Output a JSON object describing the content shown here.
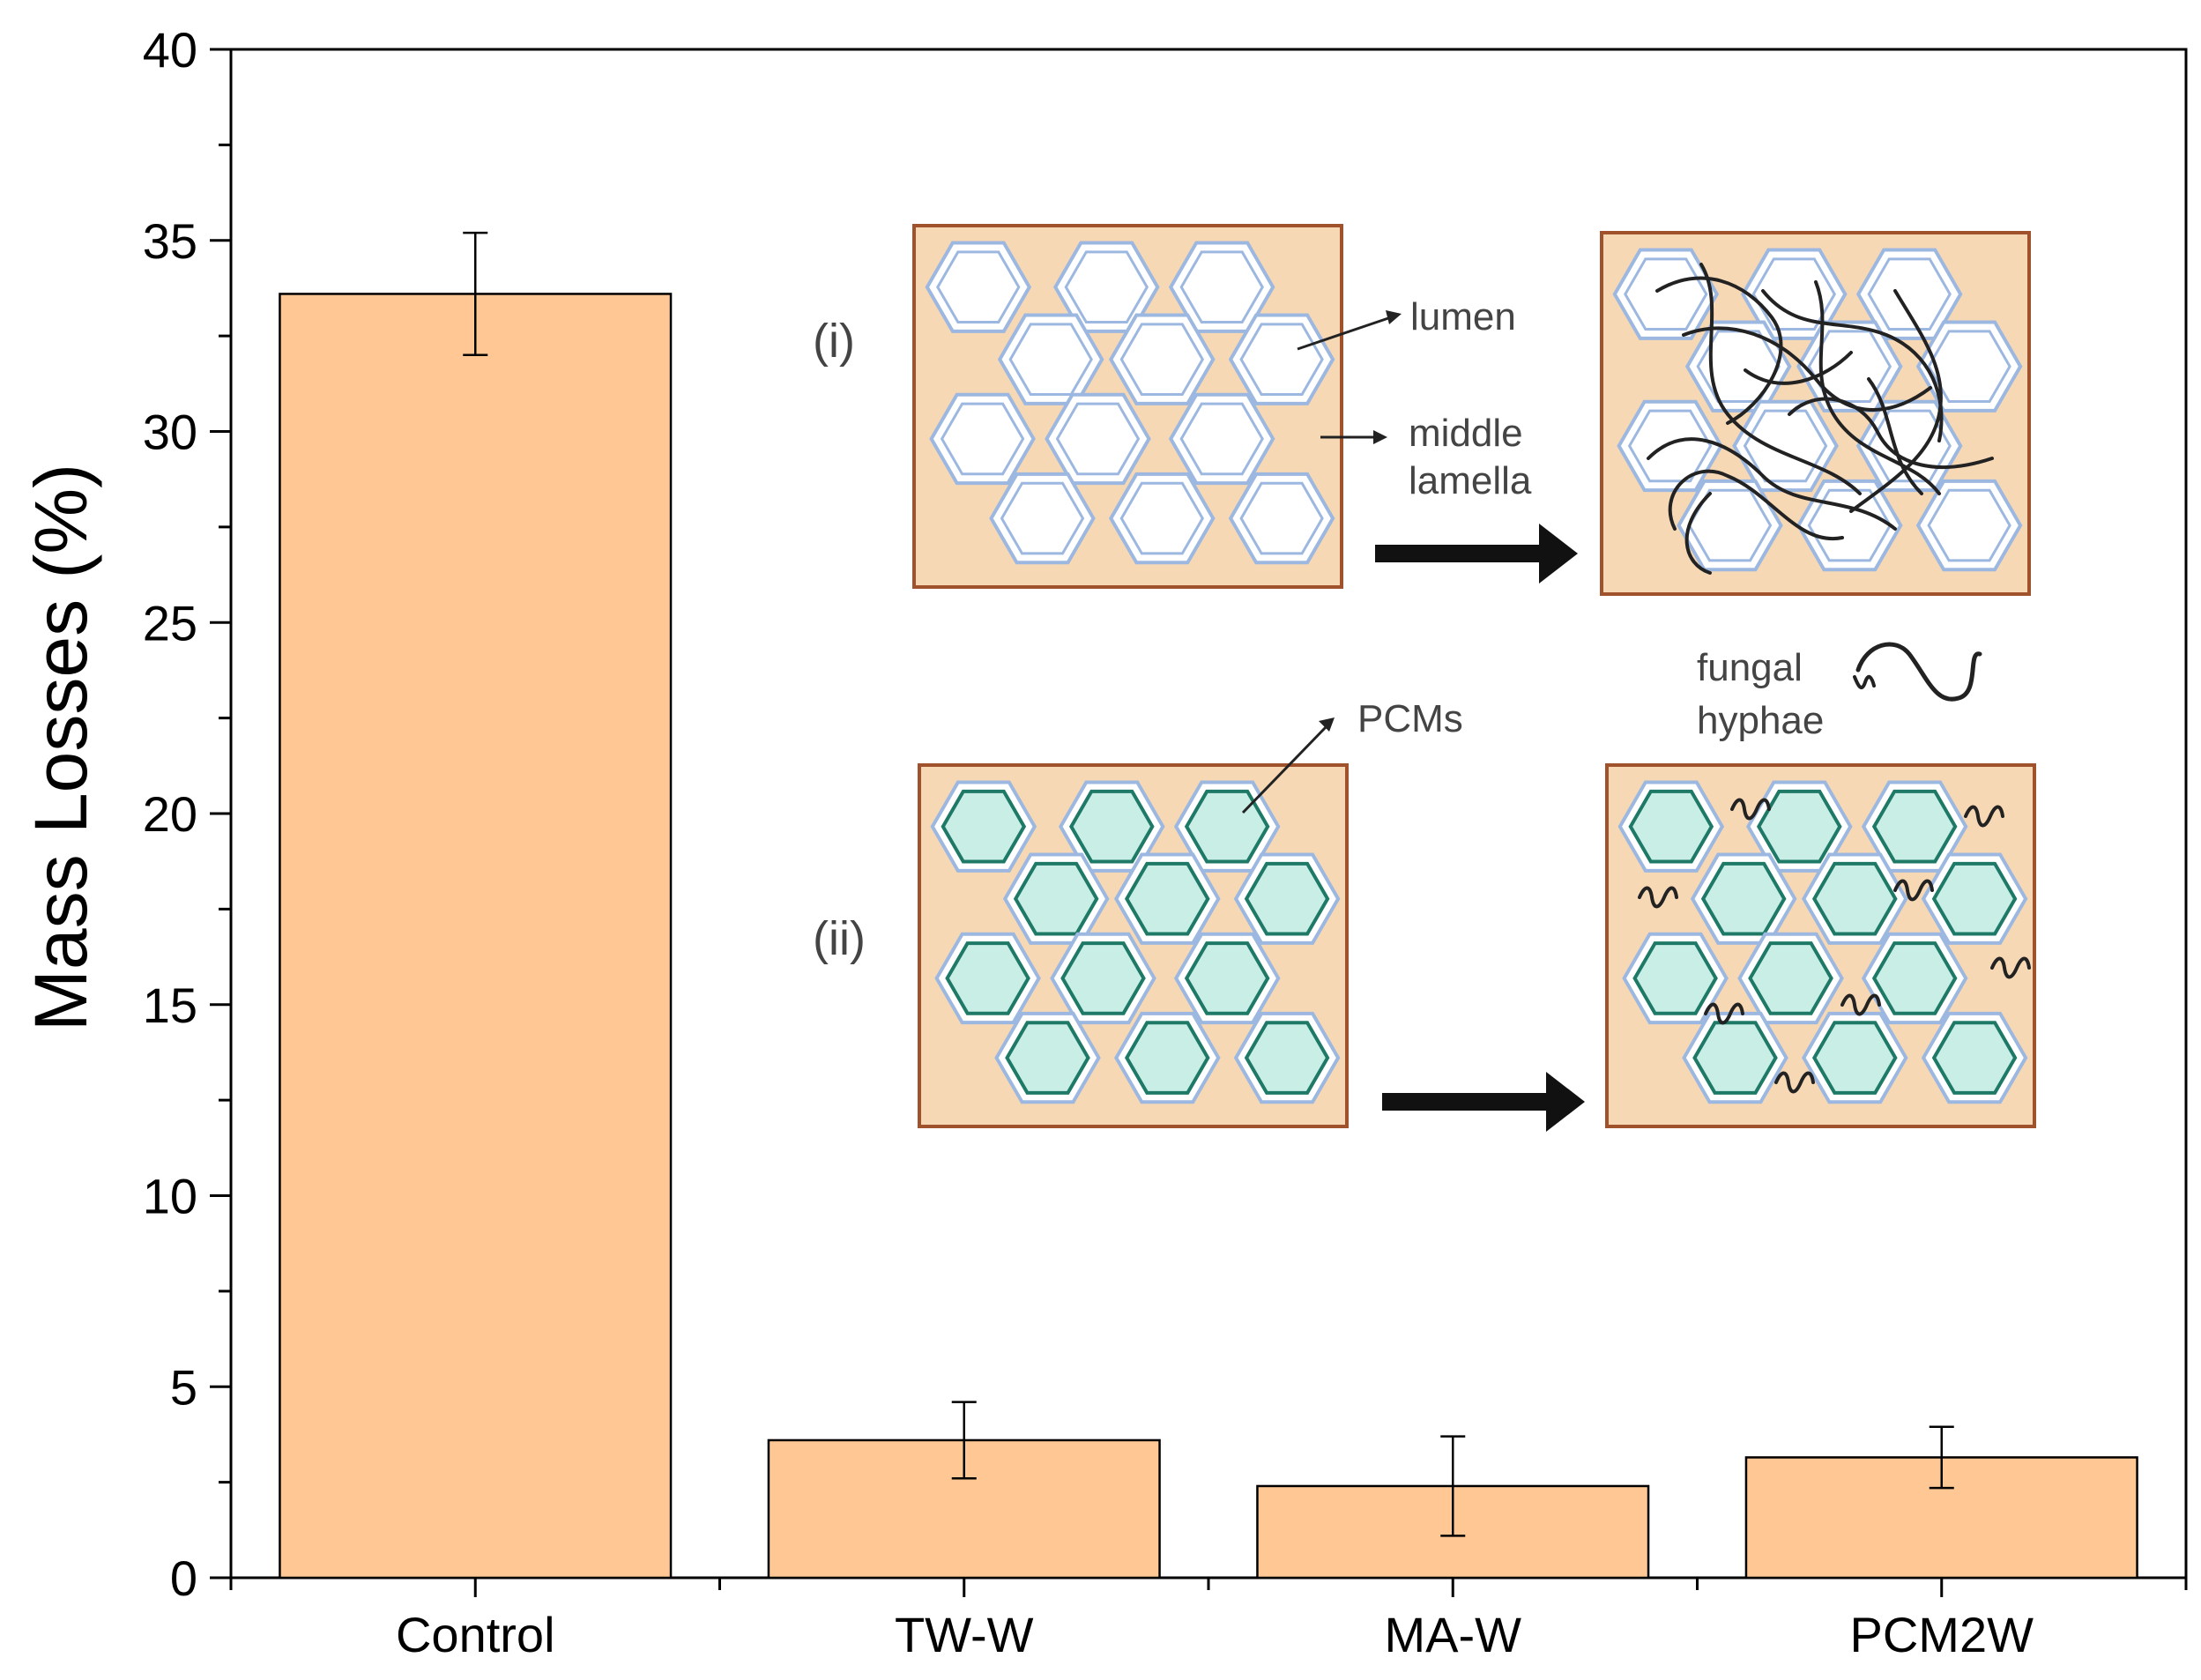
{
  "chart_data": {
    "type": "bar",
    "categories": [
      "Control",
      "TW-W",
      "MA-W",
      "PCM2W"
    ],
    "values": [
      33.6,
      3.6,
      2.4,
      3.15
    ],
    "errors": [
      1.6,
      1.0,
      1.3,
      0.8
    ],
    "title": "",
    "xlabel": "",
    "ylabel": "Mass Losses (%)",
    "ylim": [
      0,
      40
    ],
    "yticks": [
      0,
      5,
      10,
      15,
      20,
      25,
      30,
      35,
      40
    ],
    "bar_color": "#FFC793",
    "grid": false,
    "legend": "none"
  },
  "inset": {
    "label_i": "(i)",
    "label_ii": "(ii)",
    "lumen": "lumen",
    "middle": "middle",
    "lamella": "lamella",
    "pcms": "PCMs",
    "fungal": "fungal",
    "hyphae": "hyphae",
    "wood_color": "#F7D8B5",
    "border_color": "#A0522D",
    "cell_wall_color": "#9DB8E0",
    "pcm_fill": "#C9EEE6",
    "pcm_stroke": "#1E7A66"
  }
}
